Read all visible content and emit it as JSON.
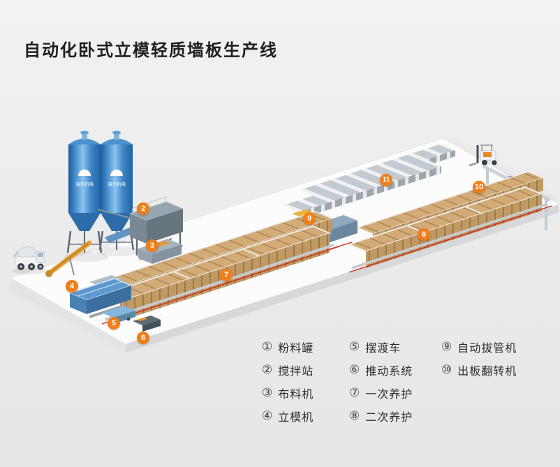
{
  "title": "自动化卧式立模轻质墙板生产线",
  "scene": {
    "silo_label": "海天机电"
  },
  "colors": {
    "marker_orange": "#f07f1a",
    "silo_blue": "#3a85c6",
    "mold_tan": "#c9a26b",
    "rail_red": "#d3291c",
    "background": "#ebebeb"
  },
  "markers": [
    {
      "num": "2"
    },
    {
      "num": "3"
    },
    {
      "num": "4"
    },
    {
      "num": "5"
    },
    {
      "num": "6"
    },
    {
      "num": "7"
    },
    {
      "num": "8"
    },
    {
      "num": "9"
    },
    {
      "num": "10"
    },
    {
      "num": "11"
    }
  ],
  "legend": {
    "columns": [
      {
        "items": [
          {
            "num": "①",
            "label": "粉料罐"
          },
          {
            "num": "②",
            "label": "搅拌站"
          },
          {
            "num": "③",
            "label": "布料机"
          },
          {
            "num": "④",
            "label": "立模机"
          }
        ]
      },
      {
        "items": [
          {
            "num": "⑤",
            "label": "摆渡车"
          },
          {
            "num": "⑥",
            "label": "推动系统"
          },
          {
            "num": "⑦",
            "label": "一次养护"
          },
          {
            "num": "⑧",
            "label": "二次养护"
          }
        ]
      },
      {
        "items": [
          {
            "num": "⑨",
            "label": "自动拔管机"
          },
          {
            "num": "⑩",
            "label": "出板翻转机"
          }
        ]
      }
    ]
  }
}
